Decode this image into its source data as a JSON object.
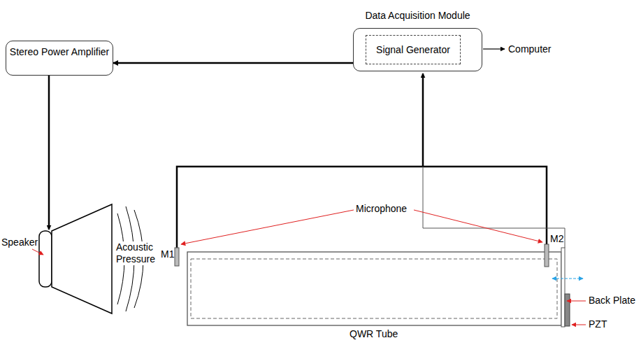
{
  "diagram": {
    "nodes": [
      {
        "text": [
          "Data Acquisition Module"
        ]
      },
      {
        "text": [
          "Signal Generator"
        ],
        "in": 0
      },
      {
        "text": [
          "Stereo Power Amplifier"
        ]
      }
    ],
    "edges": [
      {
        "from": 0,
        "to": 2,
        "arrow": "to"
      }
    ],
    "labels": [
      "Computer",
      "Speaker",
      "Acoustic Pressure",
      "Microphone",
      "M1",
      "M2",
      "Back Plate",
      "PZT",
      "QWR Tube"
    ]
  }
}
